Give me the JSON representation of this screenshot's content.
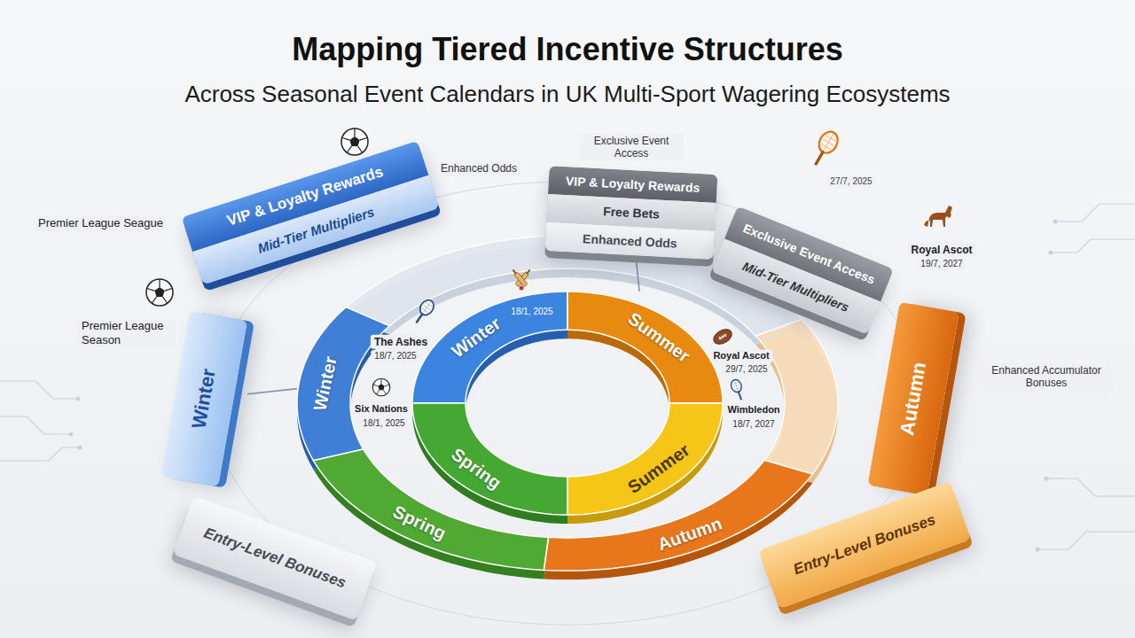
{
  "diagram": {
    "title": "Mapping Tiered Incentive Structures",
    "nodes": [
      {
        "text": [
          "VIP & Loyalty Rewards",
          "Mid-Tier Multipliers"
        ]
      },
      {
        "text": [
          "Winter"
        ]
      },
      {
        "text": [
          "Entry-Level Bonuses"
        ]
      },
      {
        "text": [
          "VIP & Loyalty Rewards",
          "Free Bets",
          "Enhanced Odds"
        ]
      },
      {
        "text": [
          "Exclusive Event Access",
          "Mid-Tier Multipliers"
        ]
      },
      {
        "text": [
          "Autumn"
        ]
      },
      {
        "text": [
          "Entry-Level Bonuses"
        ]
      },
      {
        "text": [
          "Winter"
        ]
      },
      {
        "text": [
          "Spring"
        ]
      },
      {
        "text": [
          "Autumn"
        ]
      },
      {
        "text": [
          "Winter"
        ]
      },
      {
        "text": [
          "Summer"
        ]
      },
      {
        "text": [
          "Spring"
        ]
      },
      {
        "text": [
          "Summer"
        ]
      }
    ],
    "edges": [
      {
        "from": 7,
        "to": 1,
        "arrow": "none"
      },
      {
        "from": 11,
        "to": 3,
        "arrow": "none"
      }
    ],
    "labels": [
      "Across Seasonal Event Calendars in UK Multi-Sport Wagering Ecosystems",
      "Exclusive Event Access",
      "Enhanced Odds",
      "Premier League Seague",
      "Premier League Season",
      "18/1, 2025",
      "The Ashes",
      "18/7, 2025",
      "Six Nations",
      "18/1, 2025",
      "Royal Ascot",
      "29/7, 2025",
      "Wimbledon",
      "18/7, 2027",
      "27/7, 2025",
      "Royal Ascot",
      "19/7, 2027",
      "Enhanced Accumulator Bonuses"
    ]
  }
}
